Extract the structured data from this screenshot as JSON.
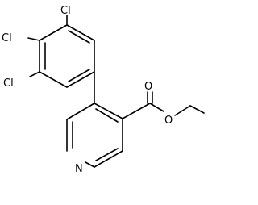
{
  "structure": {
    "atoms": {
      "cl_top": "Cl",
      "cl_mid": "Cl",
      "cl_low": "Cl",
      "oxygen_carbonyl": "O",
      "oxygen_ester": "O",
      "nitrogen": "N"
    }
  },
  "colors": {
    "line": "#000000",
    "background": "#ffffff"
  }
}
